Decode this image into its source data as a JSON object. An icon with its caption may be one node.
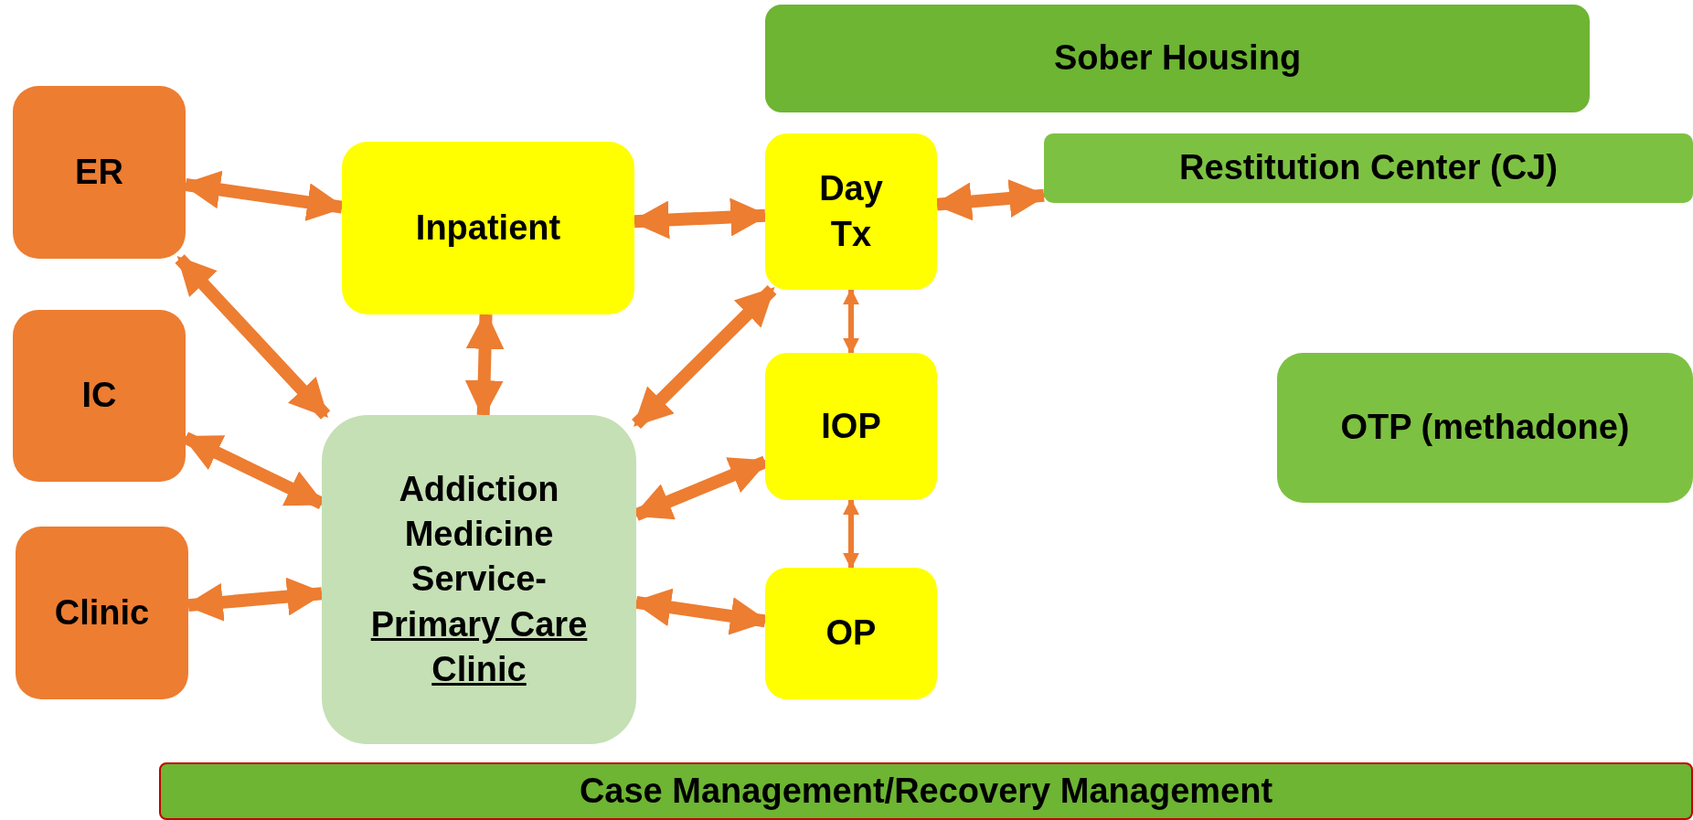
{
  "diagram": {
    "nodes": [
      {
        "text": [
          "ER"
        ]
      },
      {
        "text": [
          "IC"
        ]
      },
      {
        "text": [
          "Clinic"
        ]
      },
      {
        "text": [
          "Inpatient"
        ]
      },
      {
        "text": [
          "Addiction Medicine Service-",
          "Primary Care Clinic"
        ]
      },
      {
        "text": [
          "Day Tx"
        ]
      },
      {
        "text": [
          "IOP"
        ]
      },
      {
        "text": [
          "OP"
        ]
      },
      {
        "text": [
          "Sober Housing"
        ]
      },
      {
        "text": [
          "Restitution Center (CJ)"
        ]
      },
      {
        "text": [
          "OTP (methadone)"
        ]
      },
      {
        "text": [
          "Case Management/Recovery Management"
        ]
      }
    ],
    "edges": [
      {
        "from": 0,
        "to": 3,
        "arrow": "both"
      },
      {
        "from": 0,
        "to": 4,
        "arrow": "both"
      },
      {
        "from": 1,
        "to": 4,
        "arrow": "both"
      },
      {
        "from": 2,
        "to": 4,
        "arrow": "both"
      },
      {
        "from": 3,
        "to": 5,
        "arrow": "both"
      },
      {
        "from": 3,
        "to": 4,
        "arrow": "both"
      },
      {
        "from": 5,
        "to": 4,
        "arrow": "both"
      },
      {
        "from": 6,
        "to": 4,
        "arrow": "both"
      },
      {
        "from": 7,
        "to": 4,
        "arrow": "both"
      },
      {
        "from": 5,
        "to": 9,
        "arrow": "both"
      },
      {
        "from": 5,
        "to": 6,
        "arrow": "both"
      },
      {
        "from": 6,
        "to": 7,
        "arrow": "both"
      }
    ]
  }
}
